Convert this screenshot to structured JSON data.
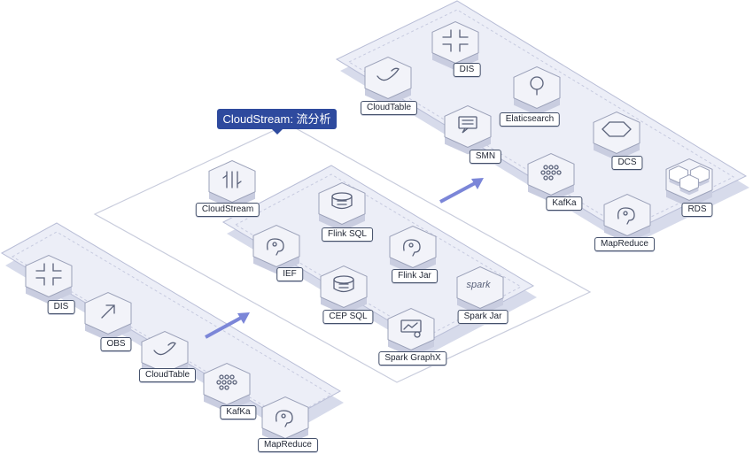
{
  "colors": {
    "accent": "#2e4a9e",
    "arrow": "#7b86d8",
    "platform": "#e7e9f5",
    "edge": "#b8bdd6",
    "node": "#f2f3f9",
    "icon": "#5a627a"
  },
  "callout": {
    "label": "CloudStream: 流分析"
  },
  "left_group": {
    "nodes": [
      {
        "label": "DIS",
        "icon": "dis-icon"
      },
      {
        "label": "OBS",
        "icon": "obs-icon"
      },
      {
        "label": "CloudTable",
        "icon": "cloudtable-icon"
      },
      {
        "label": "KafKa",
        "icon": "kafka-icon"
      },
      {
        "label": "MapReduce",
        "icon": "mapreduce-icon"
      }
    ]
  },
  "middle_group": {
    "service": {
      "label": "CloudStream",
      "icon": "cloudstream-icon"
    },
    "nodes": [
      {
        "label": "Flink SQL",
        "icon": "flink-sql-icon"
      },
      {
        "label": "IEF",
        "icon": "ief-icon"
      },
      {
        "label": "Flink Jar",
        "icon": "flink-jar-icon"
      },
      {
        "label": "CEP SQL",
        "icon": "cep-sql-icon"
      },
      {
        "label": "Spark Jar",
        "icon": "spark-jar-icon",
        "glyph": "spark"
      },
      {
        "label": "Spark GraphX",
        "icon": "spark-graphx-icon"
      }
    ]
  },
  "right_group": {
    "nodes": [
      {
        "label": "DIS",
        "icon": "dis-icon"
      },
      {
        "label": "CloudTable",
        "icon": "cloudtable-icon"
      },
      {
        "label": "Elaticsearch",
        "icon": "elasticsearch-icon"
      },
      {
        "label": "SMN",
        "icon": "smn-icon"
      },
      {
        "label": "DCS",
        "icon": "dcs-icon"
      },
      {
        "label": "KafKa",
        "icon": "kafka-icon"
      },
      {
        "label": "RDS",
        "icon": "rds-icon"
      },
      {
        "label": "MapReduce",
        "icon": "mapreduce-icon"
      }
    ]
  }
}
